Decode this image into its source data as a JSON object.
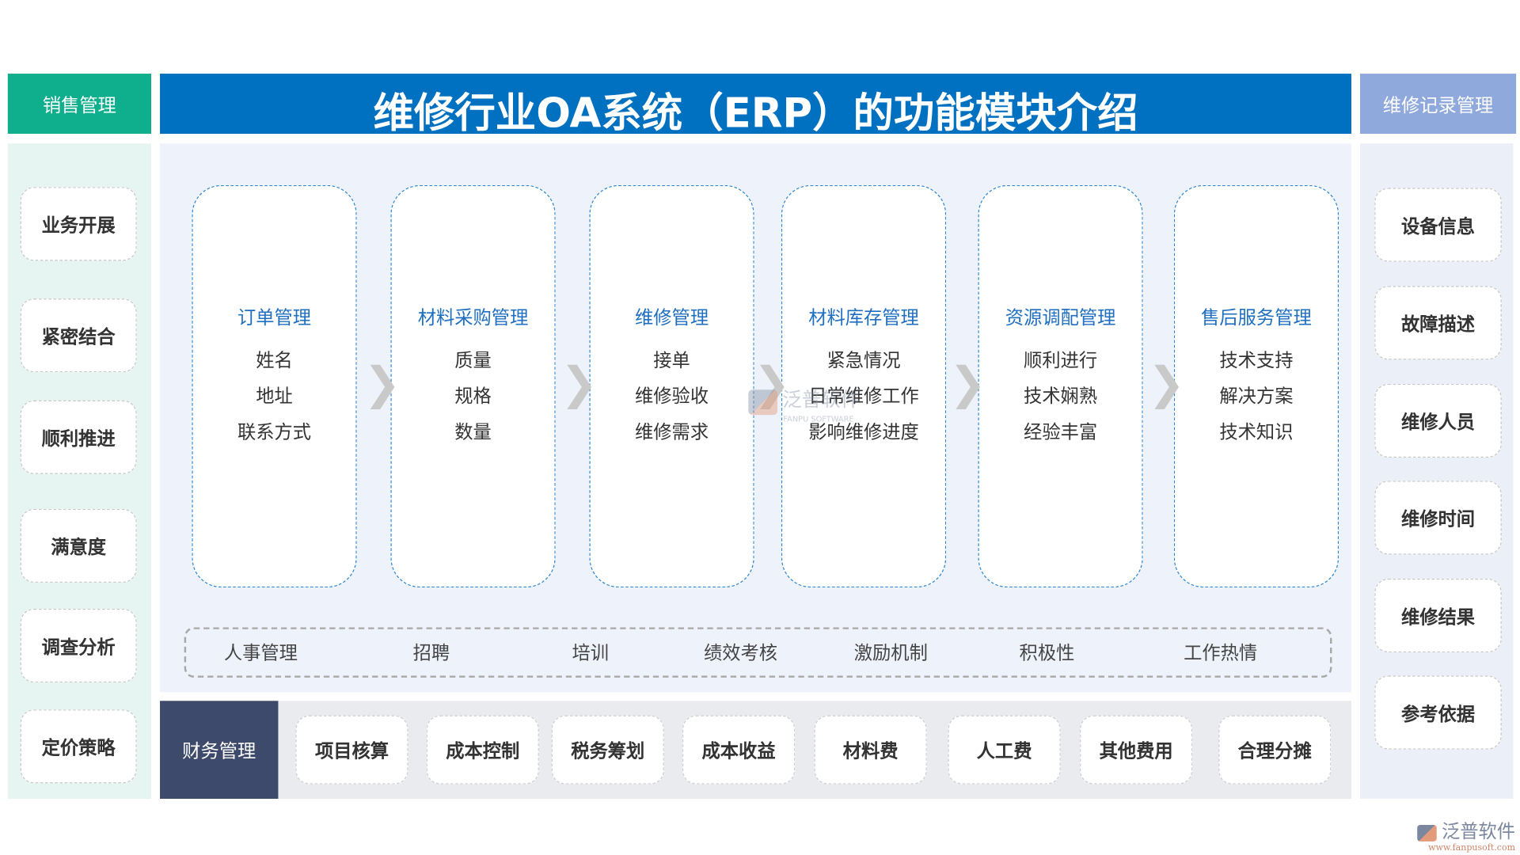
{
  "title": "维修行业OA系统（ERP）的功能模块介绍",
  "left": {
    "header": "销售管理",
    "items": [
      "业务开展",
      "紧密结合",
      "顺利推进",
      "满意度",
      "调查分析",
      "定价策略"
    ]
  },
  "right": {
    "header": "维修记录管理",
    "items": [
      "设备信息",
      "故障描述",
      "维修人员",
      "维修时间",
      "维修结果",
      "参考依据"
    ]
  },
  "modules": [
    {
      "title": "订单管理",
      "items": [
        "姓名",
        "地址",
        "联系方式"
      ]
    },
    {
      "title": "材料采购管理",
      "items": [
        "质量",
        "规格",
        "数量"
      ]
    },
    {
      "title": "维修管理",
      "items": [
        "接单",
        "维修验收",
        "维修需求"
      ]
    },
    {
      "title": "材料库存管理",
      "items": [
        "紧急情况",
        "日常维修工作",
        "影响维修进度"
      ]
    },
    {
      "title": "资源调配管理",
      "items": [
        "顺利进行",
        "技术娴熟",
        "经验丰富"
      ]
    },
    {
      "title": "售后服务管理",
      "items": [
        "技术支持",
        "解决方案",
        "技术知识"
      ]
    }
  ],
  "hr": [
    "人事管理",
    "招聘",
    "培训",
    "绩效考核",
    "激励机制",
    "积极性",
    "工作热情"
  ],
  "finance": {
    "header": "财务管理",
    "items": [
      "项目核算",
      "成本控制",
      "税务筹划",
      "成本收益",
      "材料费",
      "人工费",
      "其他费用",
      "合理分摊"
    ]
  },
  "watermark": {
    "name": "泛普软件",
    "sub": "FANPU SOFTWARE"
  },
  "logo": {
    "name": "泛普软件",
    "url": "www.fanpusoft.com"
  },
  "colors": {
    "title_bar": "#0070c0",
    "sales": "#0fae8c",
    "records": "#8fa9dc",
    "finance": "#3d4a6b",
    "module_title": "#1f6fc0"
  }
}
